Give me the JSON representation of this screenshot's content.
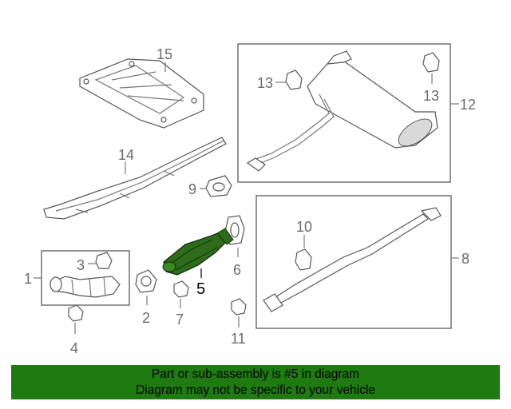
{
  "diagram": {
    "callouts": {
      "c1": "1",
      "c2": "2",
      "c3": "3",
      "c4": "4",
      "c5": "5",
      "c6": "6",
      "c7": "7",
      "c8": "8",
      "c9": "9",
      "c11": "11",
      "c10": "10",
      "c12": "12",
      "c13a": "13",
      "c13b": "13",
      "c14": "14",
      "c15": "15"
    },
    "highlight_part": "5",
    "colors": {
      "highlight_part": "#2e6b1a",
      "banner": "#1f7a12"
    }
  },
  "banner": {
    "line1": "Part or sub-assembly is #5 in diagram",
    "line2": "Diagram may not be specific to your vehicle"
  }
}
